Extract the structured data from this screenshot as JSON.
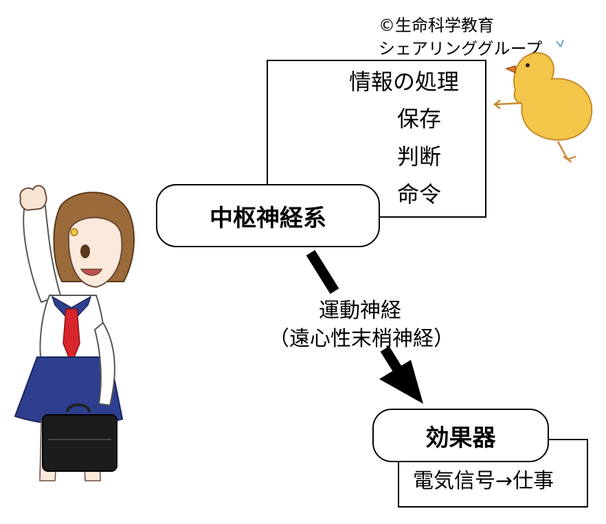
{
  "copyright": {
    "line1": "©生命科学教育",
    "line2": "シェアリンググループ"
  },
  "function_box": {
    "items": [
      "情報の処理",
      "保存",
      "判断",
      "命令"
    ]
  },
  "cns": {
    "label": "中枢神経系"
  },
  "pathway": {
    "label": "運動神経",
    "sublabel": "（遠心性末梢神経）"
  },
  "effector": {
    "label": "効果器",
    "detail": "電気信号→仕事"
  },
  "colors": {
    "line": "#000000",
    "box_fill": "#ffffff",
    "chick_yellow": "#f3c64a",
    "skirt_navy": "#2e3f8f",
    "tie_red": "#d8262c",
    "hair_brown": "#9a6a3a"
  }
}
